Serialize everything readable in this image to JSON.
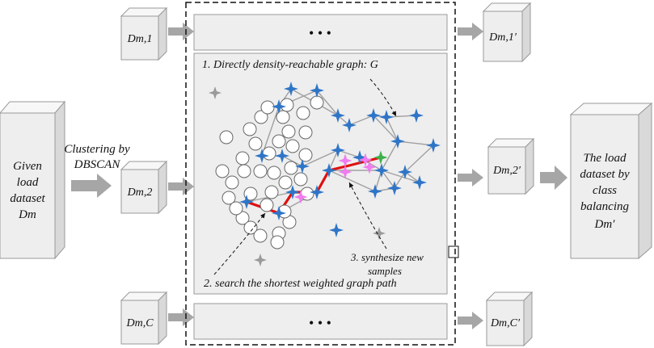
{
  "input_box": {
    "lines": [
      "Given",
      "load",
      "dataset",
      "Dm"
    ]
  },
  "clustering_label": {
    "lines": [
      "Clustering by",
      "DBSCAN"
    ]
  },
  "subsets": {
    "top": {
      "name": "Dm,1",
      "output": "Dm,1′"
    },
    "mid": {
      "name": "Dm,2",
      "output": "Dm,2′"
    },
    "bottom": {
      "name": "Dm,C",
      "output": "Dm,C′"
    }
  },
  "ellipsis": "• • •",
  "steps": {
    "step1": "1. Directly density-reachable graph: G",
    "step2": "2. search the shortest weighted graph path",
    "step3_line1": "3. synthesize new",
    "step3_line2": "samples"
  },
  "output_box": {
    "lines": [
      "The load",
      "dataset by",
      "class",
      "balancing",
      "Dm′"
    ]
  },
  "colors": {
    "box_face": "#eeeeee",
    "box_top": "#f7f7f7",
    "box_side": "#d9d9d9",
    "arrow": "#a6a6a6",
    "star_blue": "#2e75c8",
    "star_pink": "#f07cf0",
    "star_green": "#3cb04a",
    "star_gray": "#9a9a9a",
    "path_red": "#e01010",
    "edge_gray": "#a0a0a0"
  }
}
